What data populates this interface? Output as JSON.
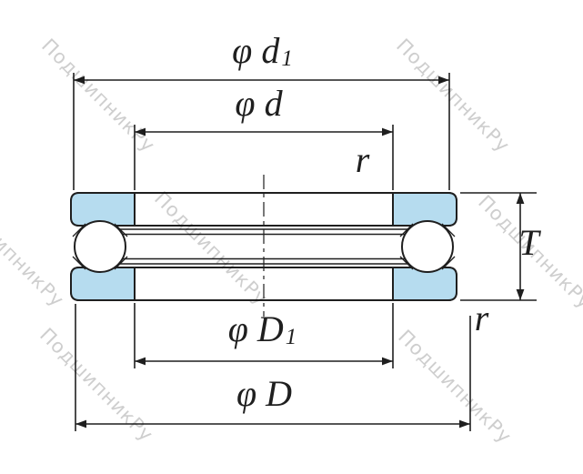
{
  "colors": {
    "line": "#1f1f1f",
    "washer_fill": "#b6dcef",
    "watermark": "#c6c6c6",
    "background": "#ffffff"
  },
  "watermark": {
    "text": "ПодшипникРу"
  },
  "labels": {
    "d1": {
      "prefix": "φ",
      "main": "d",
      "sub": "1"
    },
    "d": {
      "prefix": "φ",
      "main": "d"
    },
    "r_top": {
      "main": "r"
    },
    "t": {
      "main": "T"
    },
    "r_bottom": {
      "main": "r"
    },
    "D1": {
      "prefix": "φ",
      "main": "D",
      "sub": "1"
    },
    "D": {
      "prefix": "φ",
      "main": "D"
    }
  }
}
